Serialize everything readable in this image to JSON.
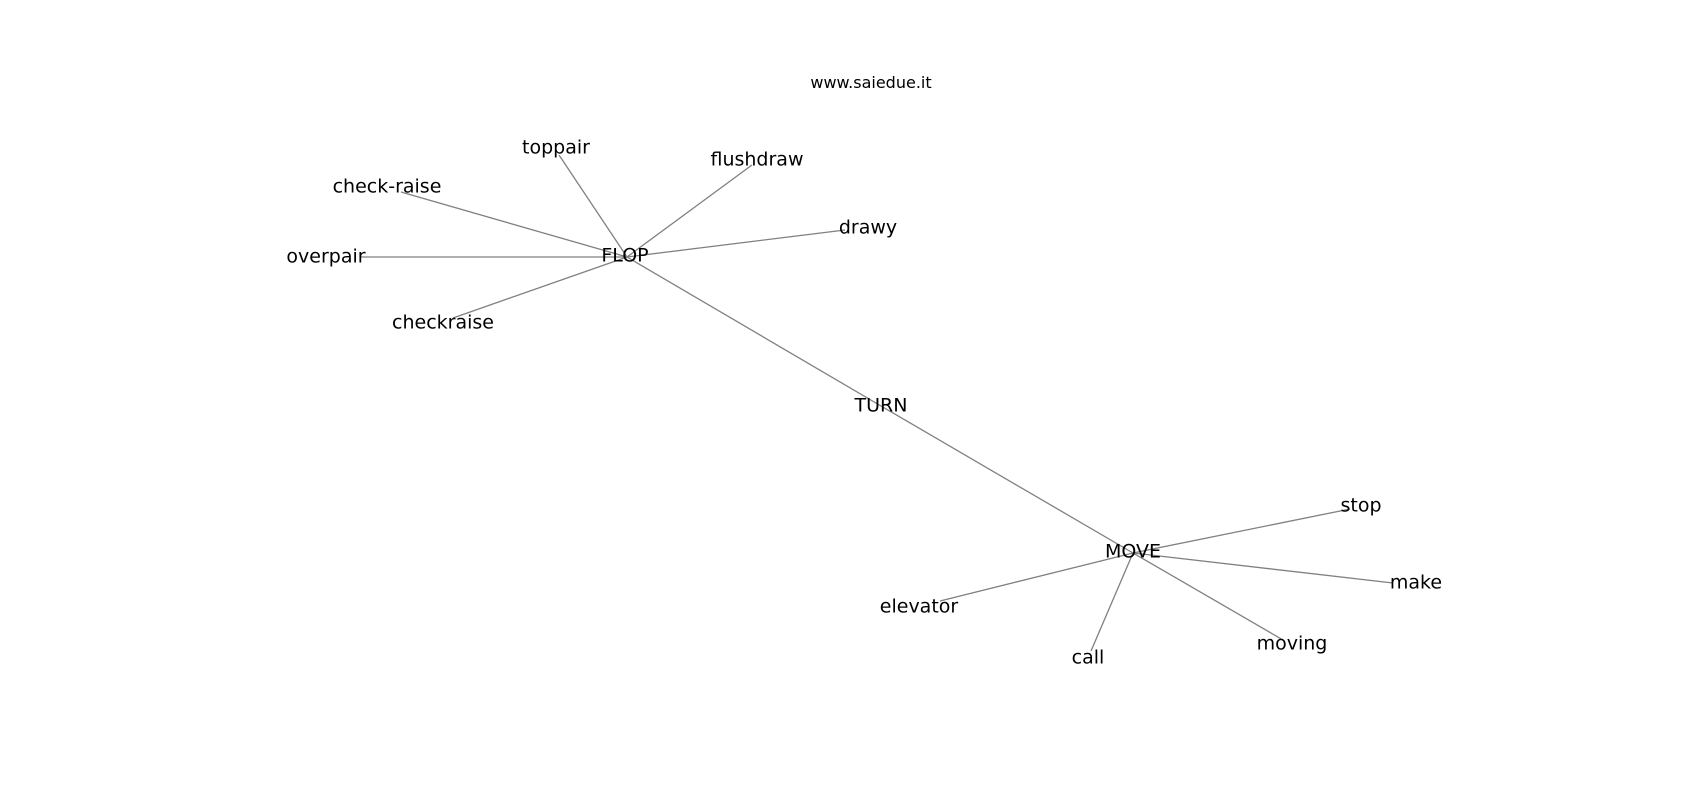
{
  "title": "www.saiedue.it",
  "nodes": [
    {
      "id": "FLOP",
      "label": "FLOP"
    },
    {
      "id": "TURN",
      "label": "TURN"
    },
    {
      "id": "MOVE",
      "label": "MOVE"
    },
    {
      "id": "toppair",
      "label": "toppair"
    },
    {
      "id": "flushdraw",
      "label": "flushdraw"
    },
    {
      "id": "check-raise",
      "label": "check-raise"
    },
    {
      "id": "drawy",
      "label": "drawy"
    },
    {
      "id": "overpair",
      "label": "overpair"
    },
    {
      "id": "checkraise",
      "label": "checkraise"
    },
    {
      "id": "stop",
      "label": "stop"
    },
    {
      "id": "make",
      "label": "make"
    },
    {
      "id": "elevator",
      "label": "elevator"
    },
    {
      "id": "call",
      "label": "call"
    },
    {
      "id": "moving",
      "label": "moving"
    }
  ],
  "edges": [
    {
      "source": "FLOP",
      "target": "toppair"
    },
    {
      "source": "FLOP",
      "target": "flushdraw"
    },
    {
      "source": "FLOP",
      "target": "check-raise"
    },
    {
      "source": "FLOP",
      "target": "drawy"
    },
    {
      "source": "FLOP",
      "target": "overpair"
    },
    {
      "source": "FLOP",
      "target": "checkraise"
    },
    {
      "source": "FLOP",
      "target": "TURN"
    },
    {
      "source": "TURN",
      "target": "MOVE"
    },
    {
      "source": "MOVE",
      "target": "stop"
    },
    {
      "source": "MOVE",
      "target": "make"
    },
    {
      "source": "MOVE",
      "target": "elevator"
    },
    {
      "source": "MOVE",
      "target": "call"
    },
    {
      "source": "MOVE",
      "target": "moving"
    }
  ]
}
